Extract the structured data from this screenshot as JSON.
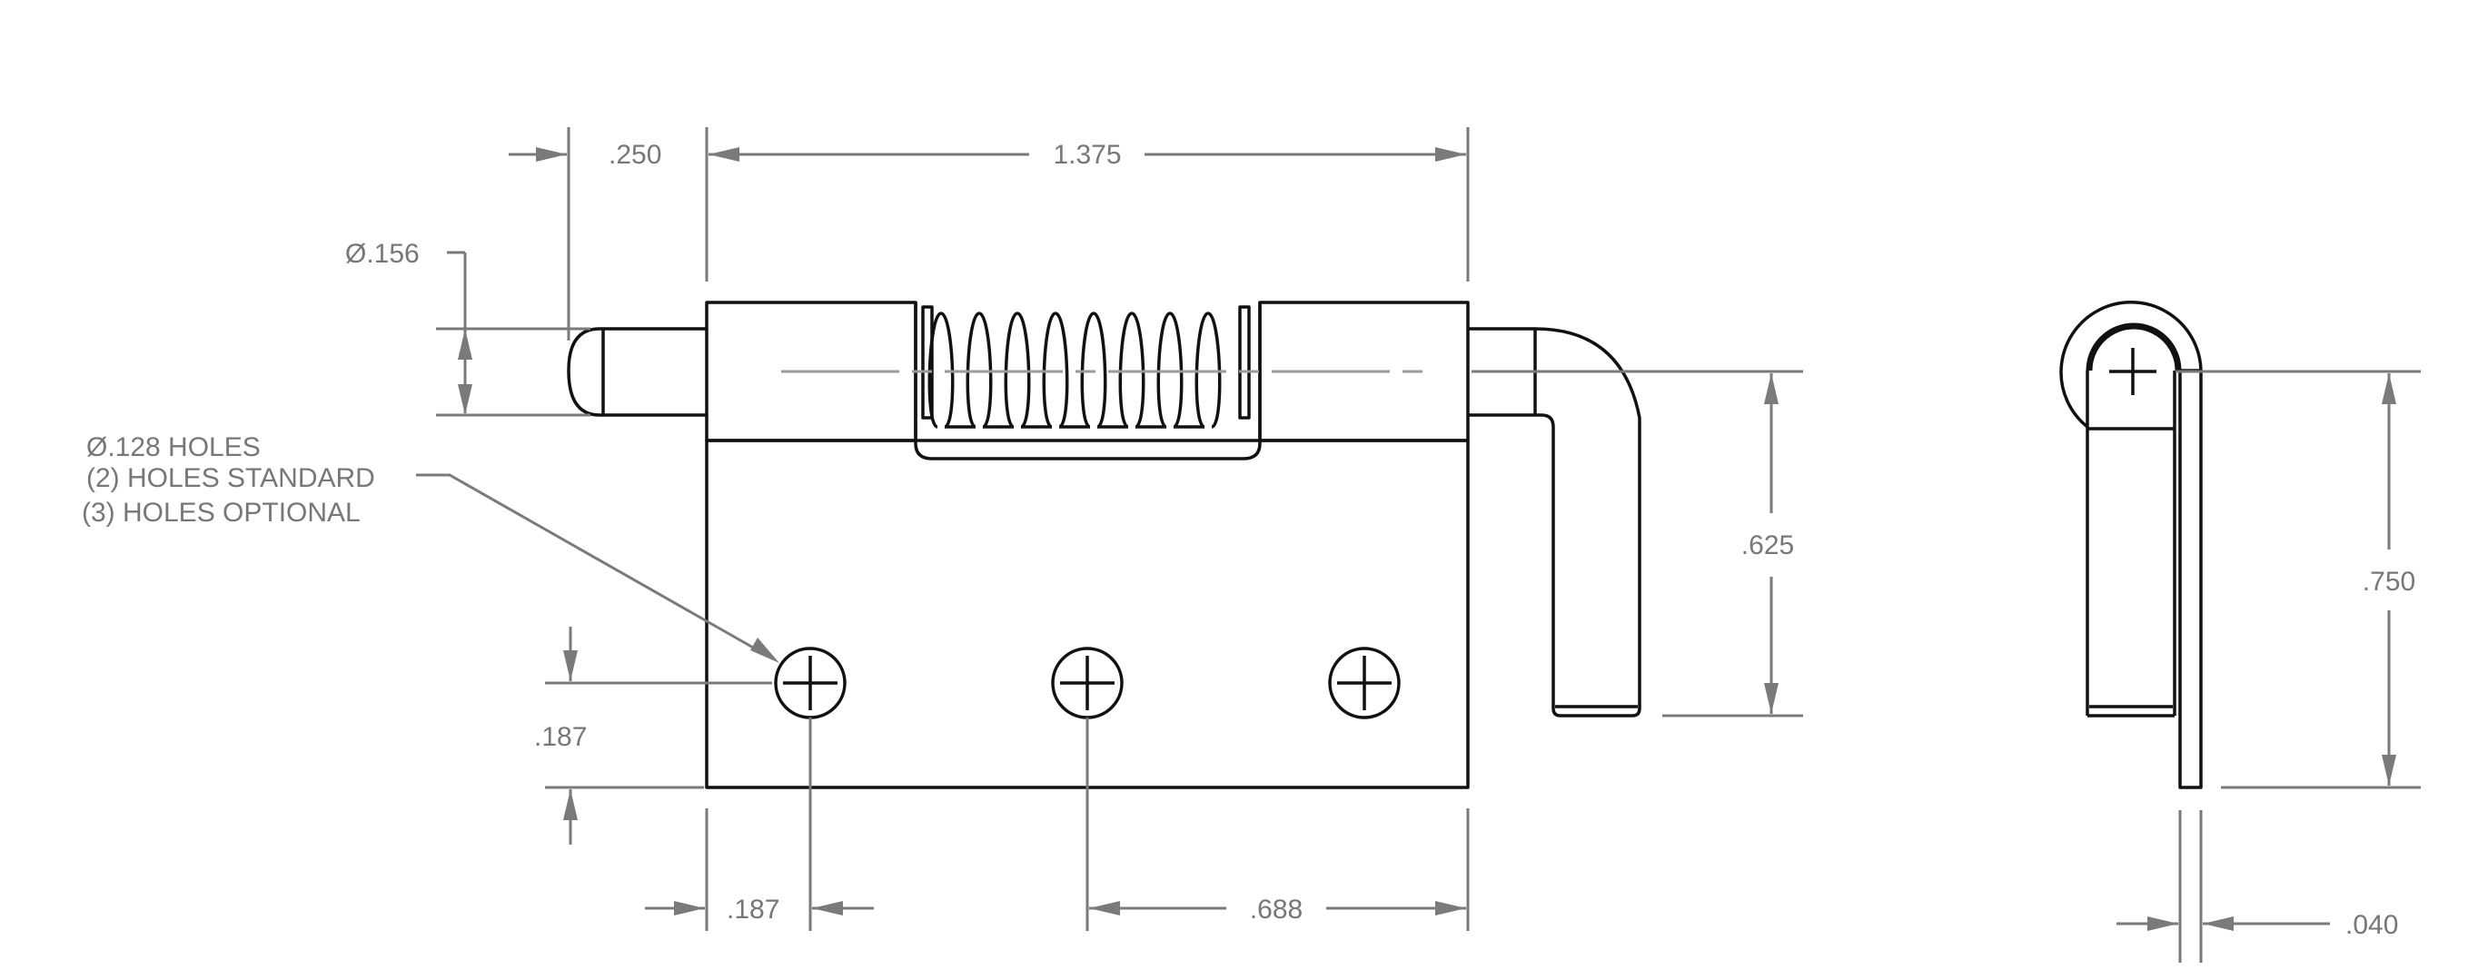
{
  "drawing": {
    "front_view": {
      "dimensions": {
        "pin_offset": ".250",
        "overall_width": "1.375",
        "pin_diameter": "Ø.156",
        "hole_from_bottom": ".187",
        "hole_from_left": ".187",
        "hole_spacing": ".688",
        "pin_height": ".625"
      },
      "hole_note": {
        "line1": "Ø.128 HOLES",
        "line2": "(2) HOLES STANDARD",
        "line3": "(3) HOLES OPTIONAL"
      }
    },
    "side_view": {
      "dimensions": {
        "overall_height": ".750",
        "thickness": ".040"
      }
    }
  }
}
